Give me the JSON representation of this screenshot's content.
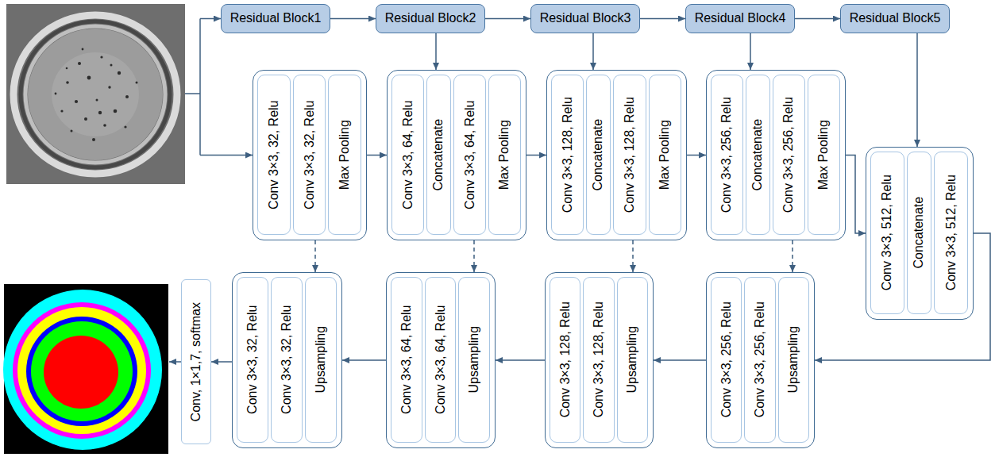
{
  "diagram": {
    "nodes": [
      {
        "text": [
          "Residual Block1"
        ]
      },
      {
        "text": [
          "Residual Block2"
        ]
      },
      {
        "text": [
          "Residual Block3"
        ]
      },
      {
        "text": [
          "Residual Block4"
        ]
      },
      {
        "text": [
          "Residual Block5"
        ]
      },
      {
        "text": []
      },
      {
        "text": [
          "Conv 3×3, 32, Relu"
        ],
        "in": 5
      },
      {
        "text": [
          "Conv 3×3, 32, Relu"
        ],
        "in": 5
      },
      {
        "text": [
          "Max Pooling"
        ],
        "in": 5
      },
      {
        "text": []
      },
      {
        "text": [
          "Conv 3×3, 64, Relu"
        ],
        "in": 9
      },
      {
        "text": [
          "Concatenate"
        ],
        "in": 9
      },
      {
        "text": [
          "Conv 3×3, 64, Relu"
        ],
        "in": 9
      },
      {
        "text": [
          "Max Pooling"
        ],
        "in": 9
      },
      {
        "text": []
      },
      {
        "text": [
          "Conv 3×3, 128, Relu"
        ],
        "in": 14
      },
      {
        "text": [
          "Concatenate"
        ],
        "in": 14
      },
      {
        "text": [
          "Conv 3×3, 128, Relu"
        ],
        "in": 14
      },
      {
        "text": [
          "Max Pooling"
        ],
        "in": 14
      },
      {
        "text": []
      },
      {
        "text": [
          "Conv 3×3, 256, Relu"
        ],
        "in": 19
      },
      {
        "text": [
          "Concatenate"
        ],
        "in": 19
      },
      {
        "text": [
          "Conv 3×3, 256, Relu"
        ],
        "in": 19
      },
      {
        "text": [
          "Max Pooling"
        ],
        "in": 19
      },
      {
        "text": []
      },
      {
        "text": [
          "Conv 3×3, 512, Relu"
        ],
        "in": 24
      },
      {
        "text": [
          "Concatenate"
        ],
        "in": 24
      },
      {
        "text": [
          "Conv 3×3, 512, Relu"
        ],
        "in": 24
      },
      {
        "text": [
          "Conv, 1×1,7, softmax"
        ]
      },
      {
        "text": []
      },
      {
        "text": [
          "Conv 3×3, 32, Relu"
        ],
        "in": 29
      },
      {
        "text": [
          "Conv 3×3, 32, Relu"
        ],
        "in": 29
      },
      {
        "text": [
          "Upsampling"
        ],
        "in": 29
      },
      {
        "text": []
      },
      {
        "text": [
          "Conv 3×3, 64, Relu"
        ],
        "in": 33
      },
      {
        "text": [
          "Conv 3×3, 64, Relu"
        ],
        "in": 33
      },
      {
        "text": [
          "Upsampling"
        ],
        "in": 33
      },
      {
        "text": []
      },
      {
        "text": [
          "Conv 3×3, 128, Relu"
        ],
        "in": 37
      },
      {
        "text": [
          "Conv 3×3, 128, Relu"
        ],
        "in": 37
      },
      {
        "text": [
          "Upsampling"
        ],
        "in": 37
      },
      {
        "text": []
      },
      {
        "text": [
          "Conv 3×3, 256, Relu"
        ],
        "in": 41
      },
      {
        "text": [
          "Conv 3×3, 256, Relu"
        ],
        "in": 41
      },
      {
        "text": [
          "Upsampling"
        ],
        "in": 41
      }
    ],
    "edges": [
      {
        "from": 0,
        "to": 1,
        "arrow": "to"
      },
      {
        "from": 1,
        "to": 2,
        "arrow": "to"
      },
      {
        "from": 2,
        "to": 3,
        "arrow": "to"
      },
      {
        "from": 3,
        "to": 4,
        "arrow": "to"
      },
      {
        "from": 1,
        "to": 9,
        "arrow": "to"
      },
      {
        "from": 2,
        "to": 14,
        "arrow": "to"
      },
      {
        "from": 3,
        "to": 19,
        "arrow": "to"
      },
      {
        "from": 4,
        "to": 24,
        "arrow": "to"
      },
      {
        "from": 5,
        "to": 9,
        "arrow": "to"
      },
      {
        "from": 9,
        "to": 14,
        "arrow": "to"
      },
      {
        "from": 14,
        "to": 19,
        "arrow": "to"
      },
      {
        "from": 19,
        "to": 24,
        "arrow": "to"
      },
      {
        "from": 24,
        "to": 41,
        "arrow": "to"
      },
      {
        "from": 41,
        "to": 37,
        "arrow": "to"
      },
      {
        "from": 37,
        "to": 33,
        "arrow": "to"
      },
      {
        "from": 33,
        "to": 29,
        "arrow": "to"
      },
      {
        "from": 29,
        "to": 28,
        "arrow": "to"
      },
      {
        "from": 5,
        "to": 29,
        "arrow": "to"
      },
      {
        "from": 9,
        "to": 33,
        "arrow": "to"
      },
      {
        "from": 14,
        "to": 37,
        "arrow": "to"
      },
      {
        "from": 19,
        "to": 41,
        "arrow": "to"
      }
    ]
  }
}
